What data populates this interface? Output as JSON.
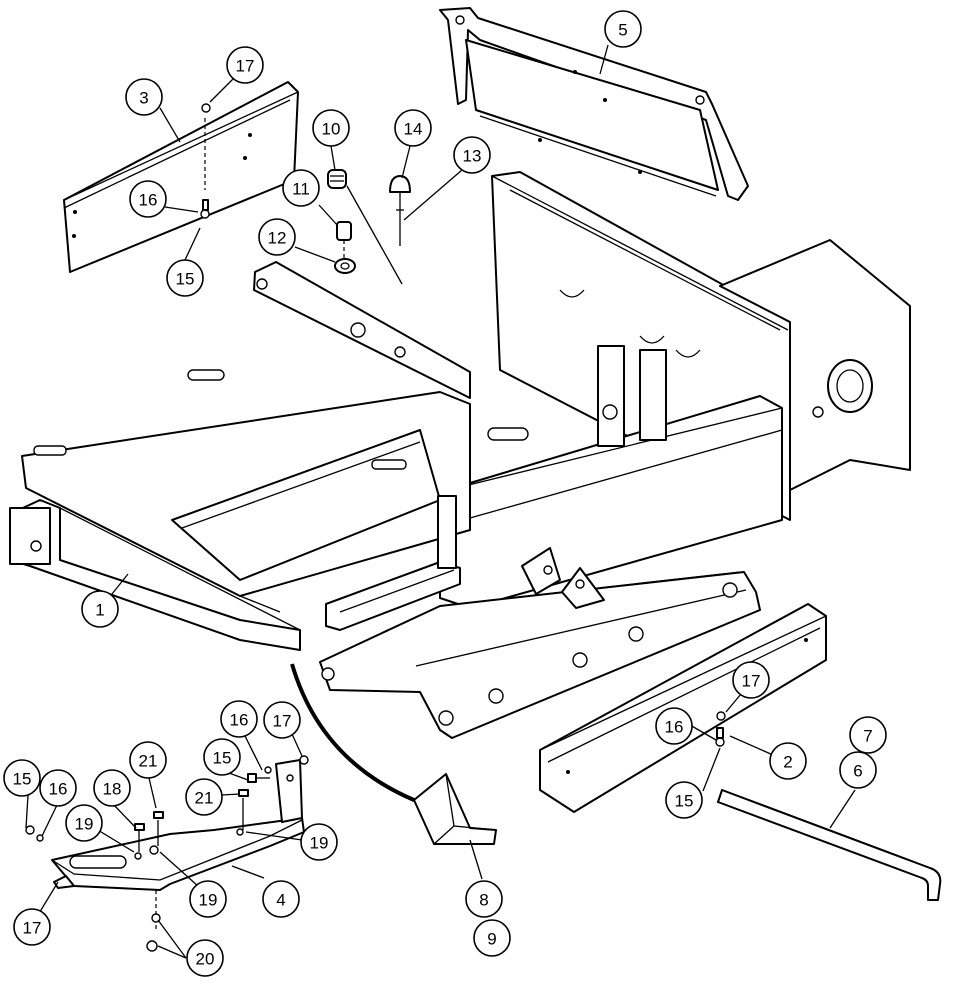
{
  "callouts": {
    "c1": "1",
    "c2": "2",
    "c3": "3",
    "c4": "4",
    "c5": "5",
    "c6": "6",
    "c7": "7",
    "c8": "8",
    "c9": "9",
    "c10": "10",
    "c11": "11",
    "c12": "12",
    "c13": "13",
    "c14": "14",
    "c15a": "15",
    "c15b": "15",
    "c15c": "15",
    "c15d": "15",
    "c16a": "16",
    "c16b": "16",
    "c16c": "16",
    "c16d": "16",
    "c17a": "17",
    "c17b": "17",
    "c17c": "17",
    "c17d": "17",
    "c18": "18",
    "c19a": "19",
    "c19b": "19",
    "c19c": "19",
    "c20": "20",
    "c21a": "21",
    "c21b": "21"
  }
}
